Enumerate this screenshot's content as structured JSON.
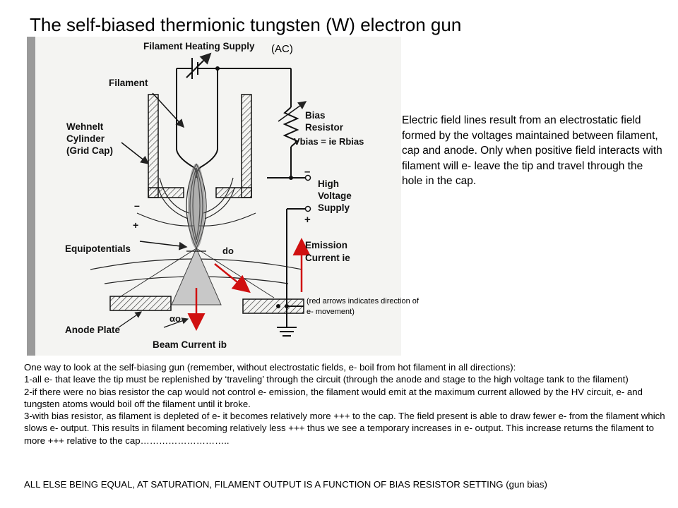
{
  "title": "The self-biased thermionic tungsten (W)  electron gun",
  "ac_label": "(AC)",
  "diagram": {
    "filament_heating_supply": "Filament Heating Supply",
    "filament": "Filament",
    "wehnelt_1": "Wehnelt",
    "wehnelt_2": "Cylinder",
    "wehnelt_3": "(Grid Cap)",
    "bias_1": "Bias",
    "bias_2": "Resistor",
    "vbias": "Vbias = ie Rbias",
    "high_1": "High",
    "high_2": "Voltage",
    "high_3": "Supply",
    "minus": "–",
    "plus": "+",
    "equipotentials": "Equipotentials",
    "d0": "do",
    "emission_1": "Emission",
    "emission_2": "Current ie",
    "anode_plate": "Anode Plate",
    "alpha0": "αo",
    "beam_current": "Beam Current ib"
  },
  "red_note": "(red arrows indicates direction of e- movement)",
  "explanation": "Electric field lines result from an electrostatic field formed by the voltages maintained between filament, cap and anode. Only when positive field interacts with filament will e- leave the tip and travel through the hole in the cap.",
  "notes": [
    "One way to look at the self-biasing gun (remember, without electrostatic fields, e- boil from hot filament in all directions):",
    "1-all e- that leave the tip must be replenished by ‘traveling’ through the circuit  (through the anode and stage to the high voltage tank to the filament)",
    "2-if  there were no bias resistor the cap would not control e- emission, the filament would emit at the maximum current allowed by the HV circuit, e- and tungsten atoms  would boil off the filament until it broke.",
    "3-with bias resistor, as filament is depleted of e- it becomes relatively more +++ to the cap.  The field  present is able to draw fewer e- from the filament which slows e- output.   This results in filament becoming relatively less +++  thus we see a temporary increases in e- output.  This increase returns the filament to more +++ relative to the cap……………………….."
  ],
  "closing": "ALL ELSE BEING EQUAL,  AT SATURATION,  FILAMENT OUTPUT IS A FUNCTION OF BIAS RESISTOR SETTING (gun bias)"
}
